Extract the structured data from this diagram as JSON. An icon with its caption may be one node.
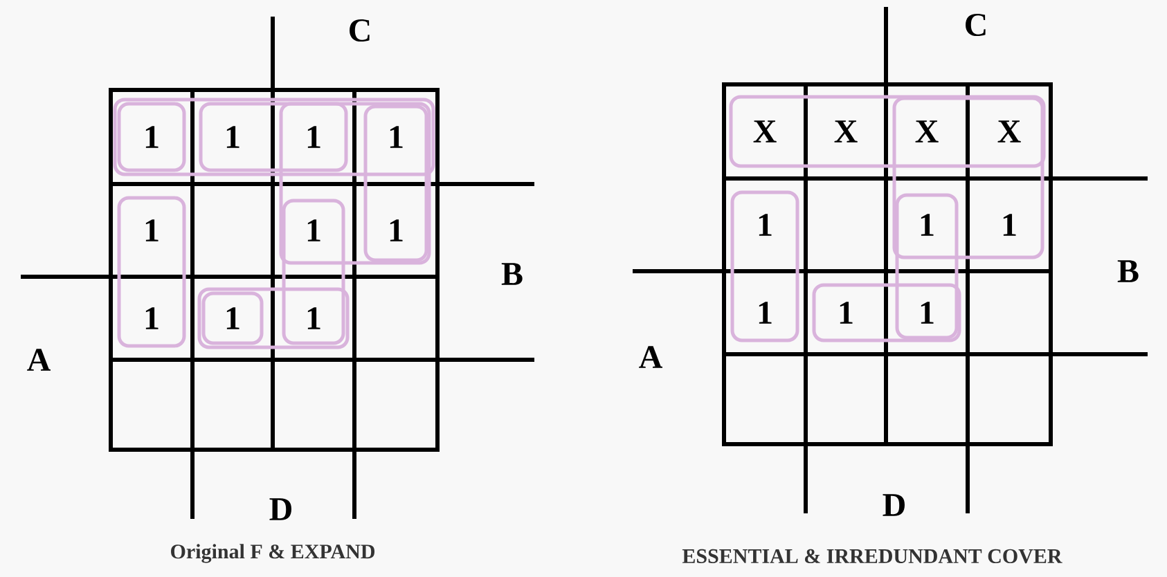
{
  "diagram": {
    "labels": [
      "C",
      "1",
      "1",
      "1",
      "1",
      "1",
      "1",
      "1",
      "B",
      "1",
      "1",
      "1",
      "A",
      "D",
      "Original F & EXPAND",
      "C",
      "X",
      "X",
      "X",
      "X",
      "1",
      "1",
      "1",
      "B",
      "1",
      "1",
      "1",
      "A",
      "D",
      "ESSENTIAL & IRREDUNDANT COVER"
    ]
  }
}
